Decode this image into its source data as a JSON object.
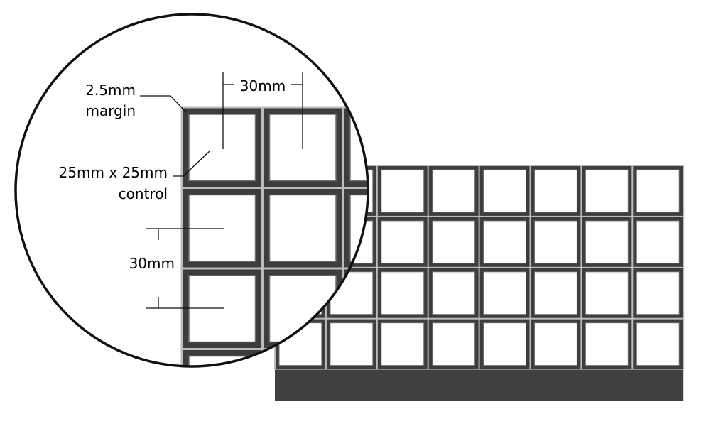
{
  "labels": {
    "margin_line1": "2.5mm",
    "margin_line2": "margin",
    "pitch_horizontal": "30mm",
    "control_line1": "25mm x 25mm",
    "control_line2": "control",
    "pitch_vertical": "30mm"
  },
  "grid": {
    "rows": 4,
    "columns": 8
  },
  "magnified": {
    "rows": 4,
    "columns": 3
  },
  "colors": {
    "frame": "#3d3d3d",
    "cell_face": "#ffffff",
    "cell_rim": "#6e6e6e",
    "base": "#404040",
    "gap": "#bcbcbc",
    "lens_outline": "#111111"
  }
}
